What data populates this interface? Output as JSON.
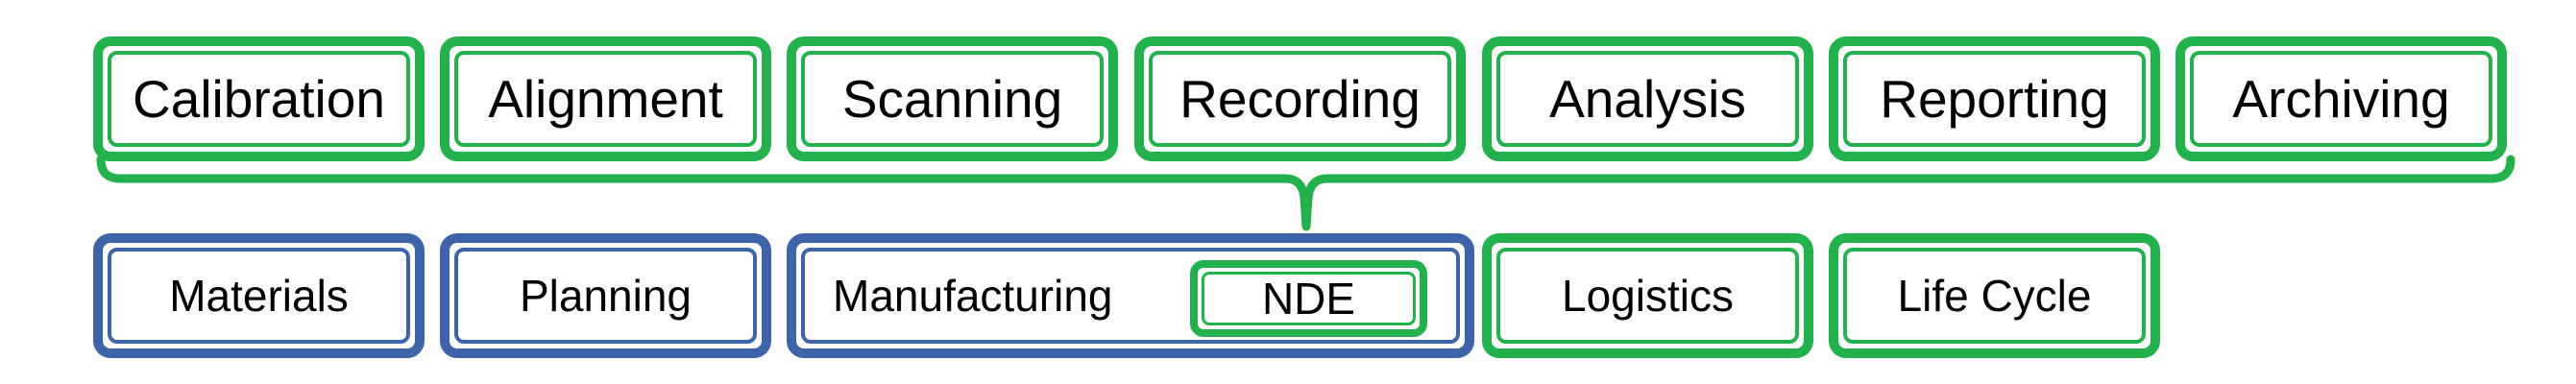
{
  "colors": {
    "green": "#22b14c",
    "blue": "#3f63a8"
  },
  "top_row": [
    {
      "label": "Calibration"
    },
    {
      "label": "Alignment"
    },
    {
      "label": "Scanning"
    },
    {
      "label": "Recording"
    },
    {
      "label": "Analysis"
    },
    {
      "label": "Reporting"
    },
    {
      "label": "Archiving"
    }
  ],
  "bottom_row": [
    {
      "label": "Materials",
      "color": "blue"
    },
    {
      "label": "Planning",
      "color": "blue"
    },
    {
      "label": "Manufacturing",
      "color": "blue",
      "child": {
        "label": "NDE",
        "color": "green"
      }
    },
    {
      "label": "Logistics",
      "color": "green"
    },
    {
      "label": "Life Cycle",
      "color": "green"
    }
  ]
}
